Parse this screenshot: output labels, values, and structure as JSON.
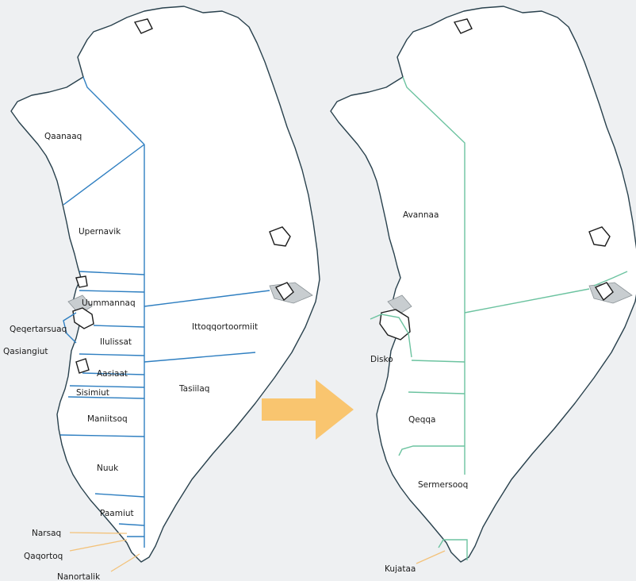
{
  "maps": {
    "old_municipalities": {
      "labels": [
        "Qaanaaq",
        "Upernavik",
        "Uummannaq",
        "Qeqertarsuaq",
        "Qasiangiut",
        "Ilulissat",
        "Ittoqqortoormiit",
        "Aasiaat",
        "Sisimiut",
        "Tasiilaq",
        "Maniitsoq",
        "Nuuk",
        "Paamiut",
        "Narsaq",
        "Qaqortoq",
        "Nanortalik"
      ]
    },
    "new_municipalities": {
      "labels": [
        "Avannaa",
        "Disko",
        "Qeqqa",
        "Sermersooq",
        "Kujataa"
      ]
    }
  },
  "colors": {
    "old_border": "#2f7fc1",
    "new_border": "#6cc3a0",
    "arrow": "#f9c56f",
    "leader": "#f3c27a",
    "coast": "#29414d",
    "background": "#eef0f2"
  }
}
